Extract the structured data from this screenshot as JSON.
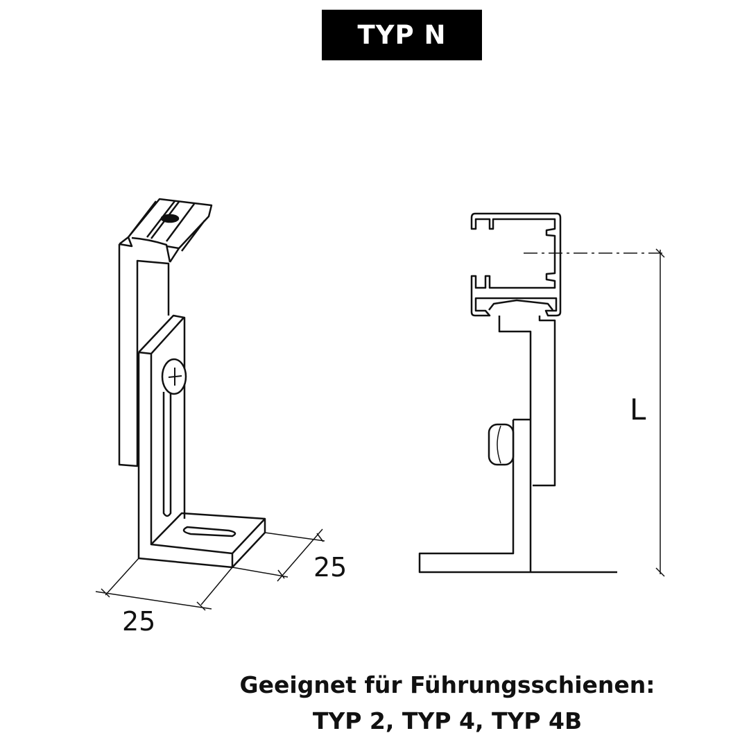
{
  "title": "TYP N",
  "dimensions": {
    "width": "25",
    "depth": "25",
    "length": "L"
  },
  "footer": {
    "line1": "Geeignet für Führungsschienen:",
    "line2": "TYP 2, TYP 4, TYP 4B"
  },
  "colors": {
    "title_bg": "#000000",
    "title_text": "#ffffff",
    "line": "#111111"
  }
}
